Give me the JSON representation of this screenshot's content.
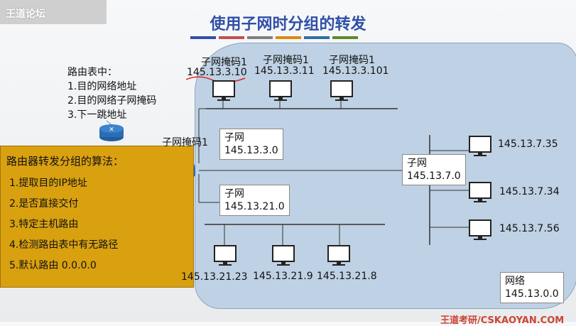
{
  "logo": "王道论坛",
  "title": "使用子网时分组的转发",
  "title_bar_colors": [
    "#2f4fa8",
    "#c0504d",
    "#7f7f7f",
    "#d98a14",
    "#2e6fa8",
    "#5c8a2e"
  ],
  "routing_table": {
    "heading": "路由表中：",
    "items": [
      "1.目的网络地址",
      "2.目的网络子网掩码",
      "3.下一跳地址"
    ]
  },
  "algorithm": {
    "heading": "路由器转发分组的算法：",
    "steps": [
      "1.提取目的IP地址",
      "2.是否直接交付",
      "3.特定主机路由",
      "4.检测路由表中有无路径",
      "5.默认路由 0.0.0.0"
    ]
  },
  "router_mask_label": "子网掩码1",
  "hosts_top": [
    {
      "mask": "子网掩码1",
      "ip": "145.13.3.10"
    },
    {
      "mask": "子网掩码1",
      "ip": "145.13.3.11"
    },
    {
      "mask": "子网掩码1",
      "ip": "145.13.3.101"
    }
  ],
  "subnet1": {
    "label": "子网",
    "ip": "145.13.3.0"
  },
  "subnet2": {
    "label": "子网",
    "ip": "145.13.21.0"
  },
  "subnet3": {
    "label": "子网",
    "ip": "145.13.7.0"
  },
  "hosts_bottom": [
    "145.13.21.23",
    "145.13.21.9",
    "145.13.21.8"
  ],
  "hosts_right": [
    "145.13.7.35",
    "145.13.7.34",
    "145.13.7.56"
  ],
  "network": {
    "label": "网络",
    "ip": "145.13.0.0"
  },
  "footer": "王道考研/CSKAOYAN.COM"
}
